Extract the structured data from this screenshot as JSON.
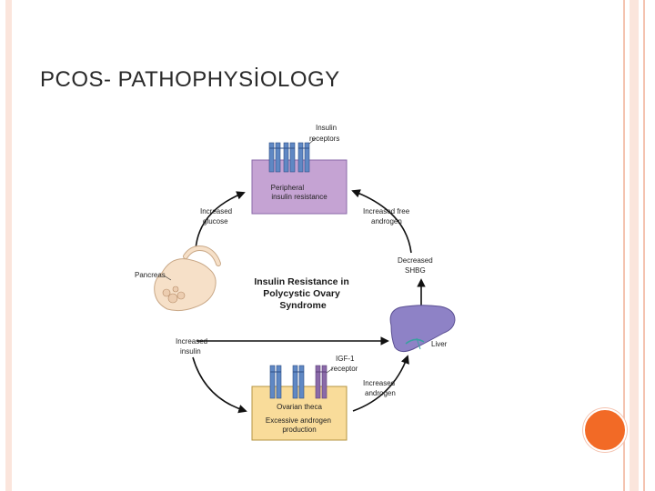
{
  "slide": {
    "title": "PCOS- PATHOPHYSİOLOGY"
  },
  "diagram": {
    "center_lines": [
      "Insulin Resistance in",
      "Polycystic  Ovary",
      "Syndrome"
    ],
    "insulin_receptors": [
      "Insulin",
      "receptors"
    ],
    "peripheral": [
      "Peripheral",
      "insulin resistance"
    ],
    "increased_glucose": [
      "Increased",
      "glucose"
    ],
    "increased_free_androgen": [
      "Increased free",
      "androgen"
    ],
    "decreased_shbg": [
      "Decreased",
      "SHBG"
    ],
    "pancreas": "Pancreas",
    "liver": "Liver",
    "increased_insulin": [
      "Increased",
      "insulin"
    ],
    "igf1_receptor": [
      "IGF-1",
      "receptor"
    ],
    "increased_androgen": [
      "Increased",
      "androgen"
    ],
    "ovarian_theca": "Ovarian theca",
    "excessive_androgen": [
      "Excessive androgen",
      "production"
    ]
  },
  "colors": {
    "accent": "#f26a26",
    "frame": "#fbe5dc",
    "peripheral_box": "#c5a3d3",
    "theca_box": "#f9dc9a",
    "liver": "#8e82c6",
    "receptor_blue": "#5f88c4",
    "receptor_purple": "#8a6aa8"
  }
}
